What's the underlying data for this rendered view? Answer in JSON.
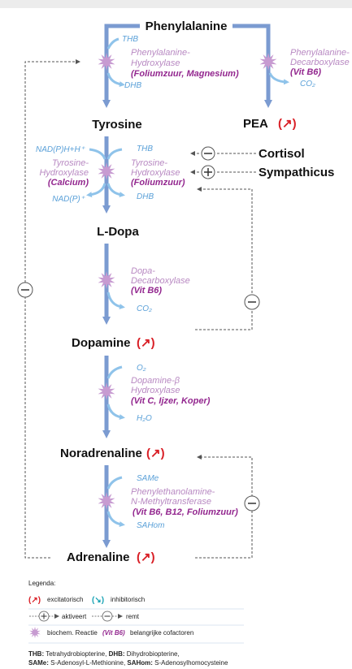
{
  "nodes": {
    "phenylalanine": "Phenylalanine",
    "tyrosine": "Tyrosine",
    "pea": "PEA",
    "ldopa": "L-Dopa",
    "dopamine": "Dopamine",
    "noradrenaline": "Noradrenaline",
    "adrenaline": "Adrenaline"
  },
  "up_arrow": "↗",
  "enzymes": {
    "pah_1": "Phenylalanine-",
    "pah_2": "Hydroxylase",
    "pah_cof": "(Foliumzuur, Magnesium)",
    "pdc_1": "Phenylalanine-",
    "pdc_2": "Decarboxylase",
    "pdc_cof": "(Vit B6)",
    "th_left_1": "Tyrosine-",
    "th_left_2": "Hydroxylase",
    "th_left_cof": "(Calcium)",
    "th_right_1": "Tyrosine-",
    "th_right_2": "Hydroxylase",
    "th_right_cof": "(Foliumzuur)",
    "ddc_1": "Dopa-",
    "ddc_2": "Decarboxylase",
    "ddc_cof": "(Vit B6)",
    "dbh_1": "Dopamine-β",
    "dbh_2": "Hydroxylase",
    "dbh_cof": "(Vit C, Ijzer, Koper)",
    "pnmt_1": "Phenylethanolamine-",
    "pnmt_2": "N-Methyltransferase",
    "pnmt_cof": "(Vit B6, B12, Foliumzuur)"
  },
  "side_products": {
    "thb_1": "THB",
    "dhb_1": "DHB",
    "co2_pea": "CO₂",
    "nadph": "NAD(P)H+H⁺",
    "nadp": "NAD(P)⁺",
    "thb_2": "THB",
    "dhb_2": "DHB",
    "co2_dopa": "CO₂",
    "o2": "O₂",
    "h2o": "H₂O",
    "same": "SAMe",
    "sahom": "SAHom"
  },
  "regulators": {
    "cortisol": "Cortisol",
    "sympathicus": "Sympathicus"
  },
  "legend": {
    "title": "Legenda:",
    "excitatory": "excitatorisch",
    "inhibitory": "inhibitorisch",
    "activates": "aktiveert",
    "inhibits": "remt",
    "reaction": "biochem. Reactie",
    "cofactor_sample": "(Vit B6)",
    "cofactor_label": "belangrijke cofactoren",
    "abbrev1_key": "THB:",
    "abbrev1_val": " Tetrahydrobiopterine, ",
    "abbrev2_key": "DHB:",
    "abbrev2_val": " Dihydrobiopterine,",
    "abbrev3_key": "SAMe:",
    "abbrev3_val": " S-Adenosyl-L-Methionine, ",
    "abbrev4_key": "SAHom:",
    "abbrev4_val": " S-Adenosylhomocysteine"
  },
  "colors": {
    "main_arrow": "#7b9bd1",
    "side_arrow": "#8fc3ea",
    "enzyme": "#b889c2",
    "cofactor": "#93278f",
    "excitatory": "#d91f26",
    "inhibitory": "#1aa3b5",
    "star": "#c79bd1"
  }
}
